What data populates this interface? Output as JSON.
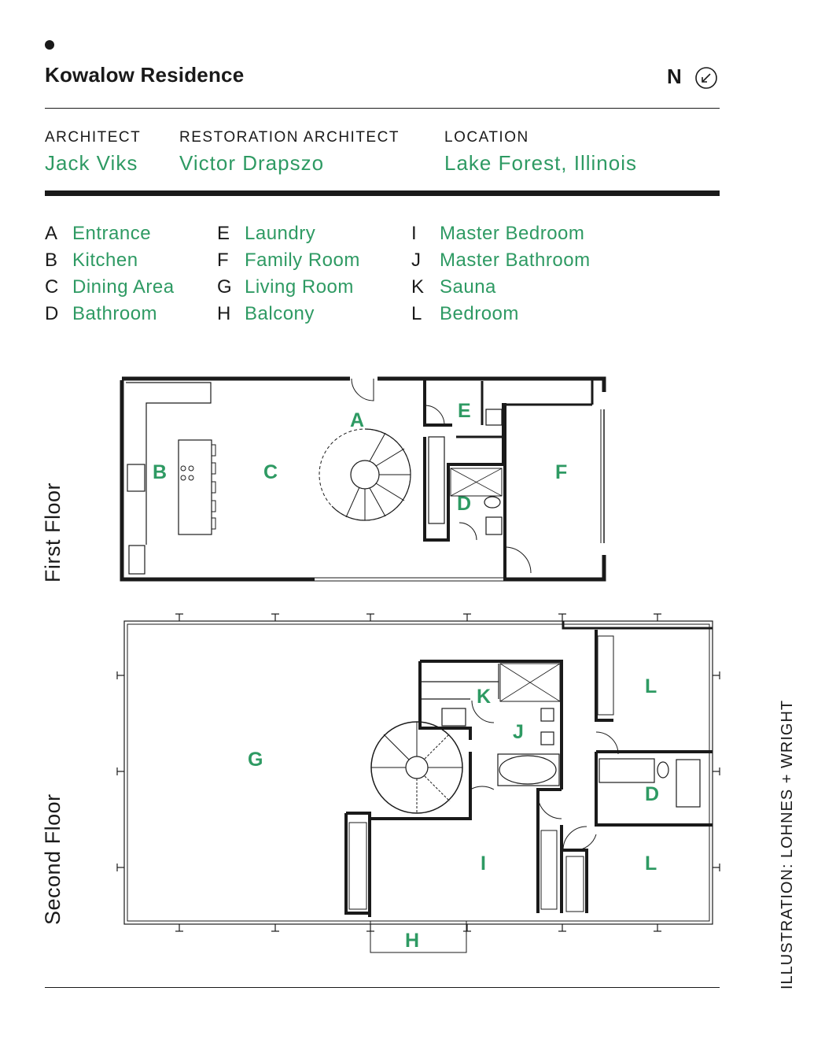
{
  "header": {
    "title": "Kowalow Residence",
    "north_label": "N",
    "compass_icon": "north-arrow-icon"
  },
  "credits": [
    {
      "label": "ARCHITECT",
      "value": "Jack Viks"
    },
    {
      "label": "RESTORATION ARCHITECT",
      "value": "Victor Drapszo"
    },
    {
      "label": "LOCATION",
      "value": "Lake Forest, Illinois"
    }
  ],
  "legend": [
    {
      "letter": "A",
      "name": "Entrance"
    },
    {
      "letter": "B",
      "name": "Kitchen"
    },
    {
      "letter": "C",
      "name": "Dining Area"
    },
    {
      "letter": "D",
      "name": "Bathroom"
    },
    {
      "letter": "E",
      "name": "Laundry"
    },
    {
      "letter": "F",
      "name": "Family Room"
    },
    {
      "letter": "G",
      "name": "Living Room"
    },
    {
      "letter": "H",
      "name": "Balcony"
    },
    {
      "letter": "I",
      "name": "Master Bedroom"
    },
    {
      "letter": "J",
      "name": "Master Bathroom"
    },
    {
      "letter": "K",
      "name": "Sauna"
    },
    {
      "letter": "L",
      "name": "Bedroom"
    }
  ],
  "floors": {
    "first": {
      "label": "First Floor",
      "room_letters": [
        "A",
        "B",
        "C",
        "D",
        "E",
        "F"
      ]
    },
    "second": {
      "label": "Second Floor",
      "room_letters": [
        "G",
        "H",
        "I",
        "J",
        "K",
        "L",
        "D",
        "L"
      ]
    }
  },
  "illustration_credit": "ILLUSTRATION: LOHNES + WRIGHT",
  "colors": {
    "accent": "#2e9a63",
    "ink": "#1a1a1a"
  }
}
